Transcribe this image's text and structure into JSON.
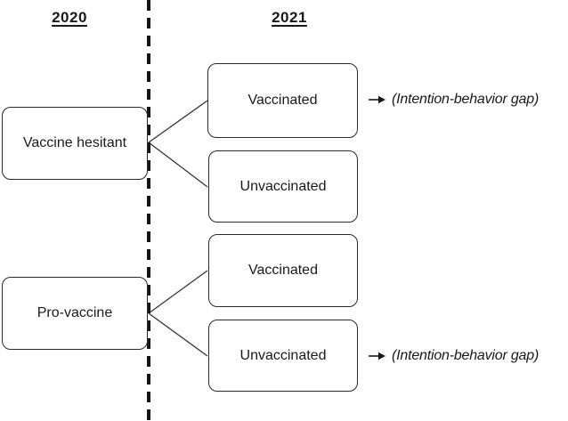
{
  "diagram": {
    "years": [
      {
        "label": "2020"
      },
      {
        "label": "2021"
      }
    ],
    "nodes_2020": [
      {
        "label": "Vaccine hesitant"
      },
      {
        "label": "Pro-vaccine"
      }
    ],
    "nodes_2021": [
      {
        "label": "Vaccinated"
      },
      {
        "label": "Unvaccinated"
      },
      {
        "label": "Vaccinated"
      },
      {
        "label": "Unvaccinated"
      }
    ],
    "annotations": [
      {
        "label": "(Intention-behavior gap)"
      },
      {
        "label": "(Intention-behavior gap)"
      }
    ],
    "icons": {
      "arrow_right": "→"
    },
    "colors": {
      "background": "#ffffff",
      "line": "#333333",
      "divider": "#141414",
      "text": "#1a1a1a"
    }
  }
}
